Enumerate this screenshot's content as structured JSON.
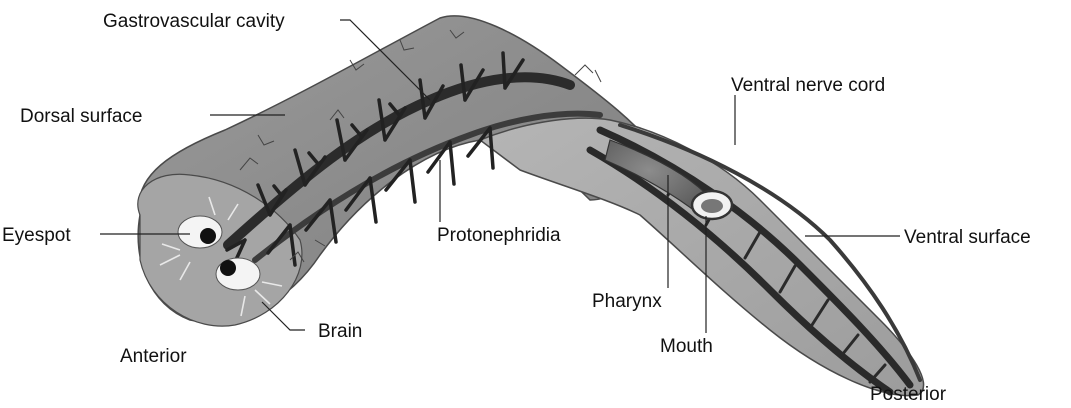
{
  "labels": {
    "gastrovascular_cavity": "Gastrovascular cavity",
    "dorsal_surface": "Dorsal surface",
    "eyespot": "Eyespot",
    "protonephridia": "Protonephridia",
    "brain": "Brain",
    "anterior": "Anterior",
    "ventral_nerve_cord": "Ventral nerve cord",
    "ventral_surface": "Ventral surface",
    "pharynx": "Pharynx",
    "mouth": "Mouth",
    "posterior": "Posterior"
  }
}
